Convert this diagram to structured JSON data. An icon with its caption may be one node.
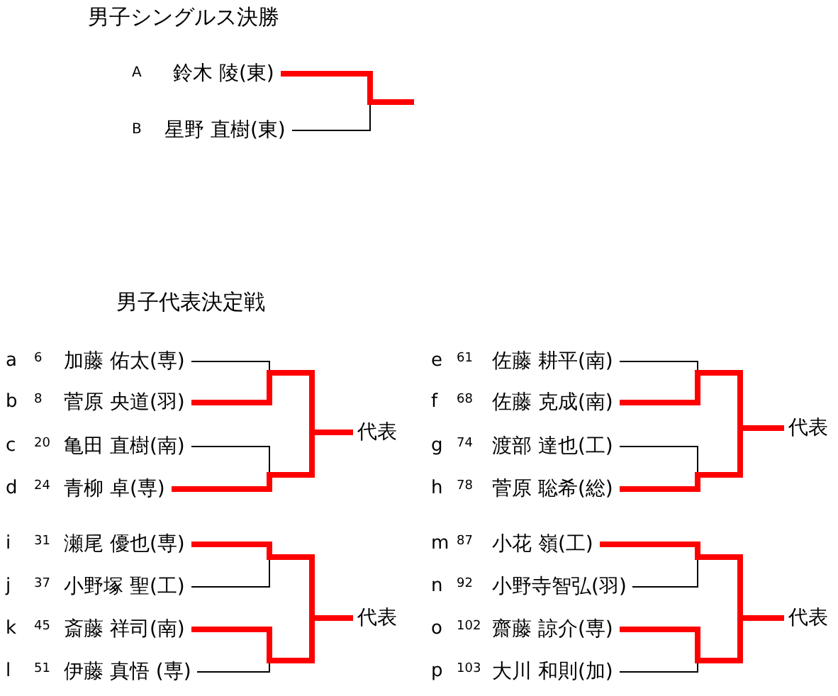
{
  "diagram": {
    "nodes": [
      {
        "text": [
          "鈴木 陵(東)"
        ],
        "beside": [
          "A"
        ]
      },
      {
        "text": [
          "星野 直樹(東)"
        ],
        "beside": [
          "B"
        ]
      },
      {
        "text": [
          "加藤 佑太(専)"
        ],
        "beside": [
          "a",
          "6"
        ]
      },
      {
        "text": [
          "菅原 央道(羽)"
        ],
        "beside": [
          "b",
          "8"
        ]
      },
      {
        "text": [
          "亀田 直樹(南)"
        ],
        "beside": [
          "c",
          "20"
        ]
      },
      {
        "text": [
          "青柳 卓(専)"
        ],
        "beside": [
          "d",
          "24"
        ]
      },
      {
        "text": [
          "代表"
        ]
      },
      {
        "text": [
          "佐藤 耕平(南)"
        ],
        "beside": [
          "e",
          "61"
        ]
      },
      {
        "text": [
          "佐藤 克成(南)"
        ],
        "beside": [
          "f",
          "68"
        ]
      },
      {
        "text": [
          "渡部 達也(工)"
        ],
        "beside": [
          "g",
          "74"
        ]
      },
      {
        "text": [
          "菅原 聡希(総)"
        ],
        "beside": [
          "h",
          "78"
        ]
      },
      {
        "text": [
          "代表"
        ]
      },
      {
        "text": [
          "瀬尾 優也(専)"
        ],
        "beside": [
          "i",
          "31"
        ]
      },
      {
        "text": [
          "小野塚 聖(工)"
        ],
        "beside": [
          "j",
          "37"
        ]
      },
      {
        "text": [
          "斎藤 祥司(南)"
        ],
        "beside": [
          "k",
          "45"
        ]
      },
      {
        "text": [
          "伊藤 真悟 (専)"
        ],
        "beside": [
          "l",
          "51"
        ]
      },
      {
        "text": [
          "代表"
        ]
      },
      {
        "text": [
          "小花 嶺(工)"
        ],
        "beside": [
          "m",
          "87"
        ]
      },
      {
        "text": [
          "小野寺智弘(羽)"
        ],
        "beside": [
          "n",
          "92"
        ]
      },
      {
        "text": [
          "齋藤 諒介(専)"
        ],
        "beside": [
          "o",
          "102"
        ]
      },
      {
        "text": [
          "大川 和則(加)"
        ],
        "beside": [
          "p",
          "103"
        ]
      },
      {
        "text": [
          "代表"
        ]
      }
    ],
    "edges": [
      {
        "from": 0,
        "to": null,
        "arrow": "none",
        "style": "thick",
        "color": "#ff0000"
      },
      {
        "from": 1,
        "to": null,
        "arrow": "none",
        "color": "#000000"
      },
      {
        "from": 2,
        "to": 6,
        "arrow": "none",
        "color": "#000000"
      },
      {
        "from": 3,
        "to": 6,
        "arrow": "none",
        "style": "thick",
        "color": "#ff0000"
      },
      {
        "from": 4,
        "to": 6,
        "arrow": "none",
        "color": "#000000"
      },
      {
        "from": 5,
        "to": 6,
        "arrow": "none",
        "style": "thick",
        "color": "#ff0000"
      },
      {
        "from": 7,
        "to": 11,
        "arrow": "none",
        "color": "#000000"
      },
      {
        "from": 8,
        "to": 11,
        "arrow": "none",
        "style": "thick",
        "color": "#ff0000"
      },
      {
        "from": 9,
        "to": 11,
        "arrow": "none",
        "color": "#000000"
      },
      {
        "from": 10,
        "to": 11,
        "arrow": "none",
        "style": "thick",
        "color": "#ff0000"
      },
      {
        "from": 12,
        "to": 16,
        "arrow": "none",
        "style": "thick",
        "color": "#ff0000"
      },
      {
        "from": 13,
        "to": 16,
        "arrow": "none",
        "color": "#000000"
      },
      {
        "from": 14,
        "to": 16,
        "arrow": "none",
        "style": "thick",
        "color": "#ff0000"
      },
      {
        "from": 15,
        "to": 16,
        "arrow": "none",
        "color": "#000000"
      },
      {
        "from": 17,
        "to": 21,
        "arrow": "none",
        "style": "thick",
        "color": "#ff0000"
      },
      {
        "from": 18,
        "to": 21,
        "arrow": "none",
        "color": "#000000"
      },
      {
        "from": 19,
        "to": 21,
        "arrow": "none",
        "style": "thick",
        "color": "#ff0000"
      },
      {
        "from": 20,
        "to": 21,
        "arrow": "none",
        "color": "#000000"
      }
    ],
    "labels": [
      "男子シングルス決勝",
      "男子代表決定戦"
    ]
  }
}
